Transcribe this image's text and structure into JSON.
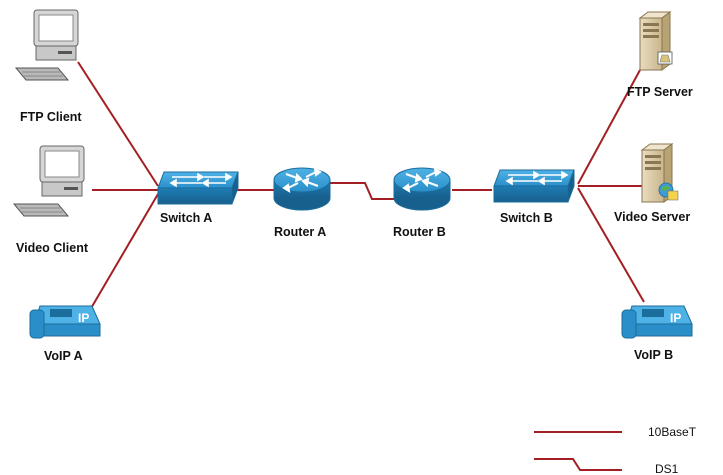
{
  "nodes": {
    "ftp_client": "FTP Client",
    "video_client": "Video Client",
    "voip_a": "VoIP A",
    "switch_a": "Switch A",
    "router_a": "Router A",
    "router_b": "Router B",
    "switch_b": "Switch B",
    "ftp_server": "FTP Server",
    "video_server": "Video Server",
    "voip_b": "VoIP B"
  },
  "phone_badge": "IP",
  "legend": {
    "ethernet": "10BaseT",
    "serial": "DS1"
  },
  "colors": {
    "link": "#a31f24",
    "device_blue": "#2a8fc9",
    "device_blue_dark": "#1b6d9c"
  },
  "icons": [
    "desktop-computer-icon",
    "switch-icon",
    "router-icon",
    "ip-phone-icon",
    "server-icon"
  ]
}
